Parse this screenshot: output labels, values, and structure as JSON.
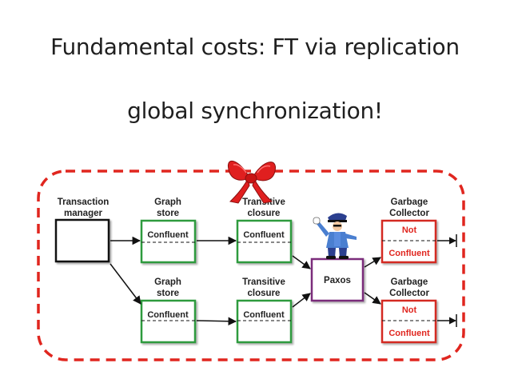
{
  "slide": {
    "title": "Fundamental costs: FT via replication",
    "subtitle": "global synchronization!"
  },
  "colors": {
    "dashed_border": "#e0261f",
    "confluent_box": "#2e9b3e",
    "not_confluent_box": "#d42a22",
    "paxos_box": "#7b2c7b",
    "bow": "#e01f1f"
  },
  "icons": {
    "bow": "red-gift-bow-icon",
    "police": "police-officer-icon"
  },
  "labels": {
    "transaction_manager": [
      "Transaction",
      "manager"
    ],
    "graph_store_top": [
      "Graph",
      "store"
    ],
    "transitive_closure_top": [
      "Transitive",
      "closure"
    ],
    "garbage_collector_top": [
      "Garbage",
      "Collector"
    ],
    "graph_store_bottom": [
      "Graph",
      "store"
    ],
    "transitive_closure_bottom": [
      "Transitive",
      "closure"
    ],
    "garbage_collector_bottom": [
      "Garbage",
      "Collector"
    ]
  },
  "boxes": {
    "confluent": "Confluent",
    "not": "Not",
    "not_confluent": "Confluent",
    "paxos": "Paxos"
  }
}
